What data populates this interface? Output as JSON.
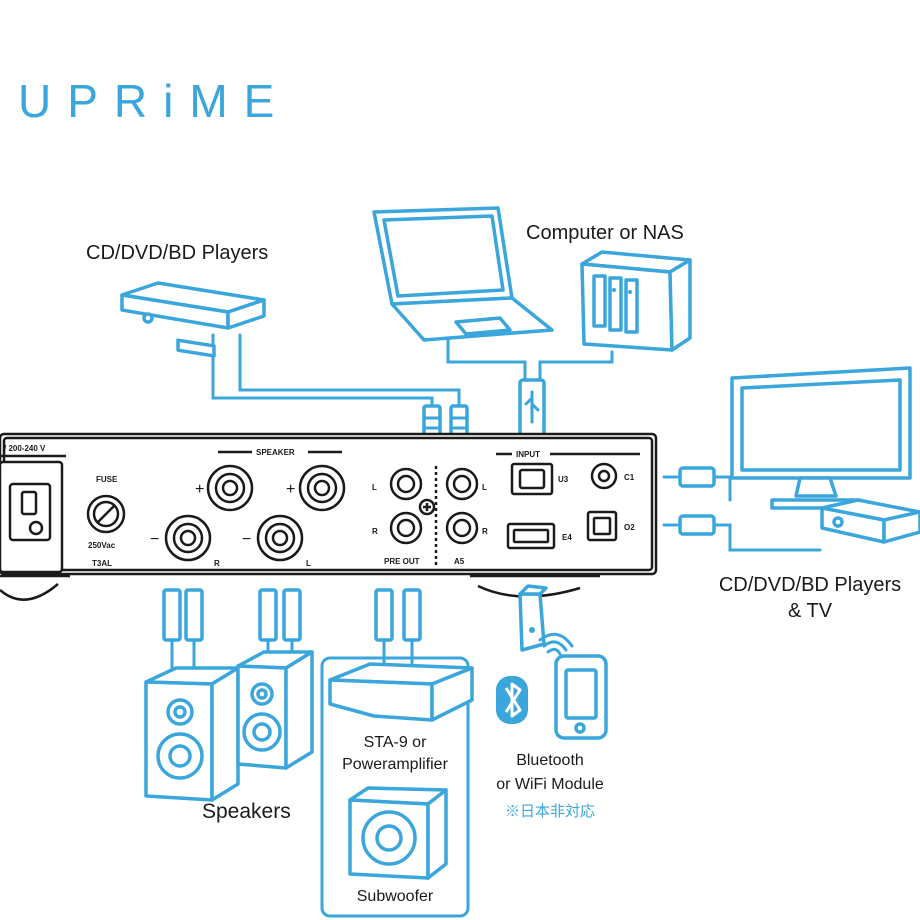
{
  "brand": {
    "logo": "UPRiME",
    "accent": "#3aa6db",
    "line": "#1a1a1a"
  },
  "labels": {
    "cd_top": "CD/DVD/BD Players",
    "computer": "Computer or NAS",
    "cd_right_1": "CD/DVD/BD Players",
    "cd_right_2": "& TV",
    "speakers": "Speakers",
    "sta_1": "STA-9 or",
    "sta_2": "Poweramplifier",
    "subwoofer": "Subwoofer",
    "bt_1": "Bluetooth",
    "bt_2": "or WiFi Module",
    "bt_note": "※日本非対応"
  },
  "panel": {
    "voltage": "/ 200-240 V",
    "fuse": "FUSE",
    "fuse_rating_1": "250Vac",
    "fuse_rating_2": "T3AL",
    "speaker": "SPEAKER",
    "plus": "+",
    "minus": "−",
    "r": "R",
    "l": "L",
    "pre_out": "PRE OUT",
    "a5": "A5",
    "input": "INPUT",
    "u3": "U3",
    "c1": "C1",
    "e4": "E4",
    "o2": "O2"
  }
}
